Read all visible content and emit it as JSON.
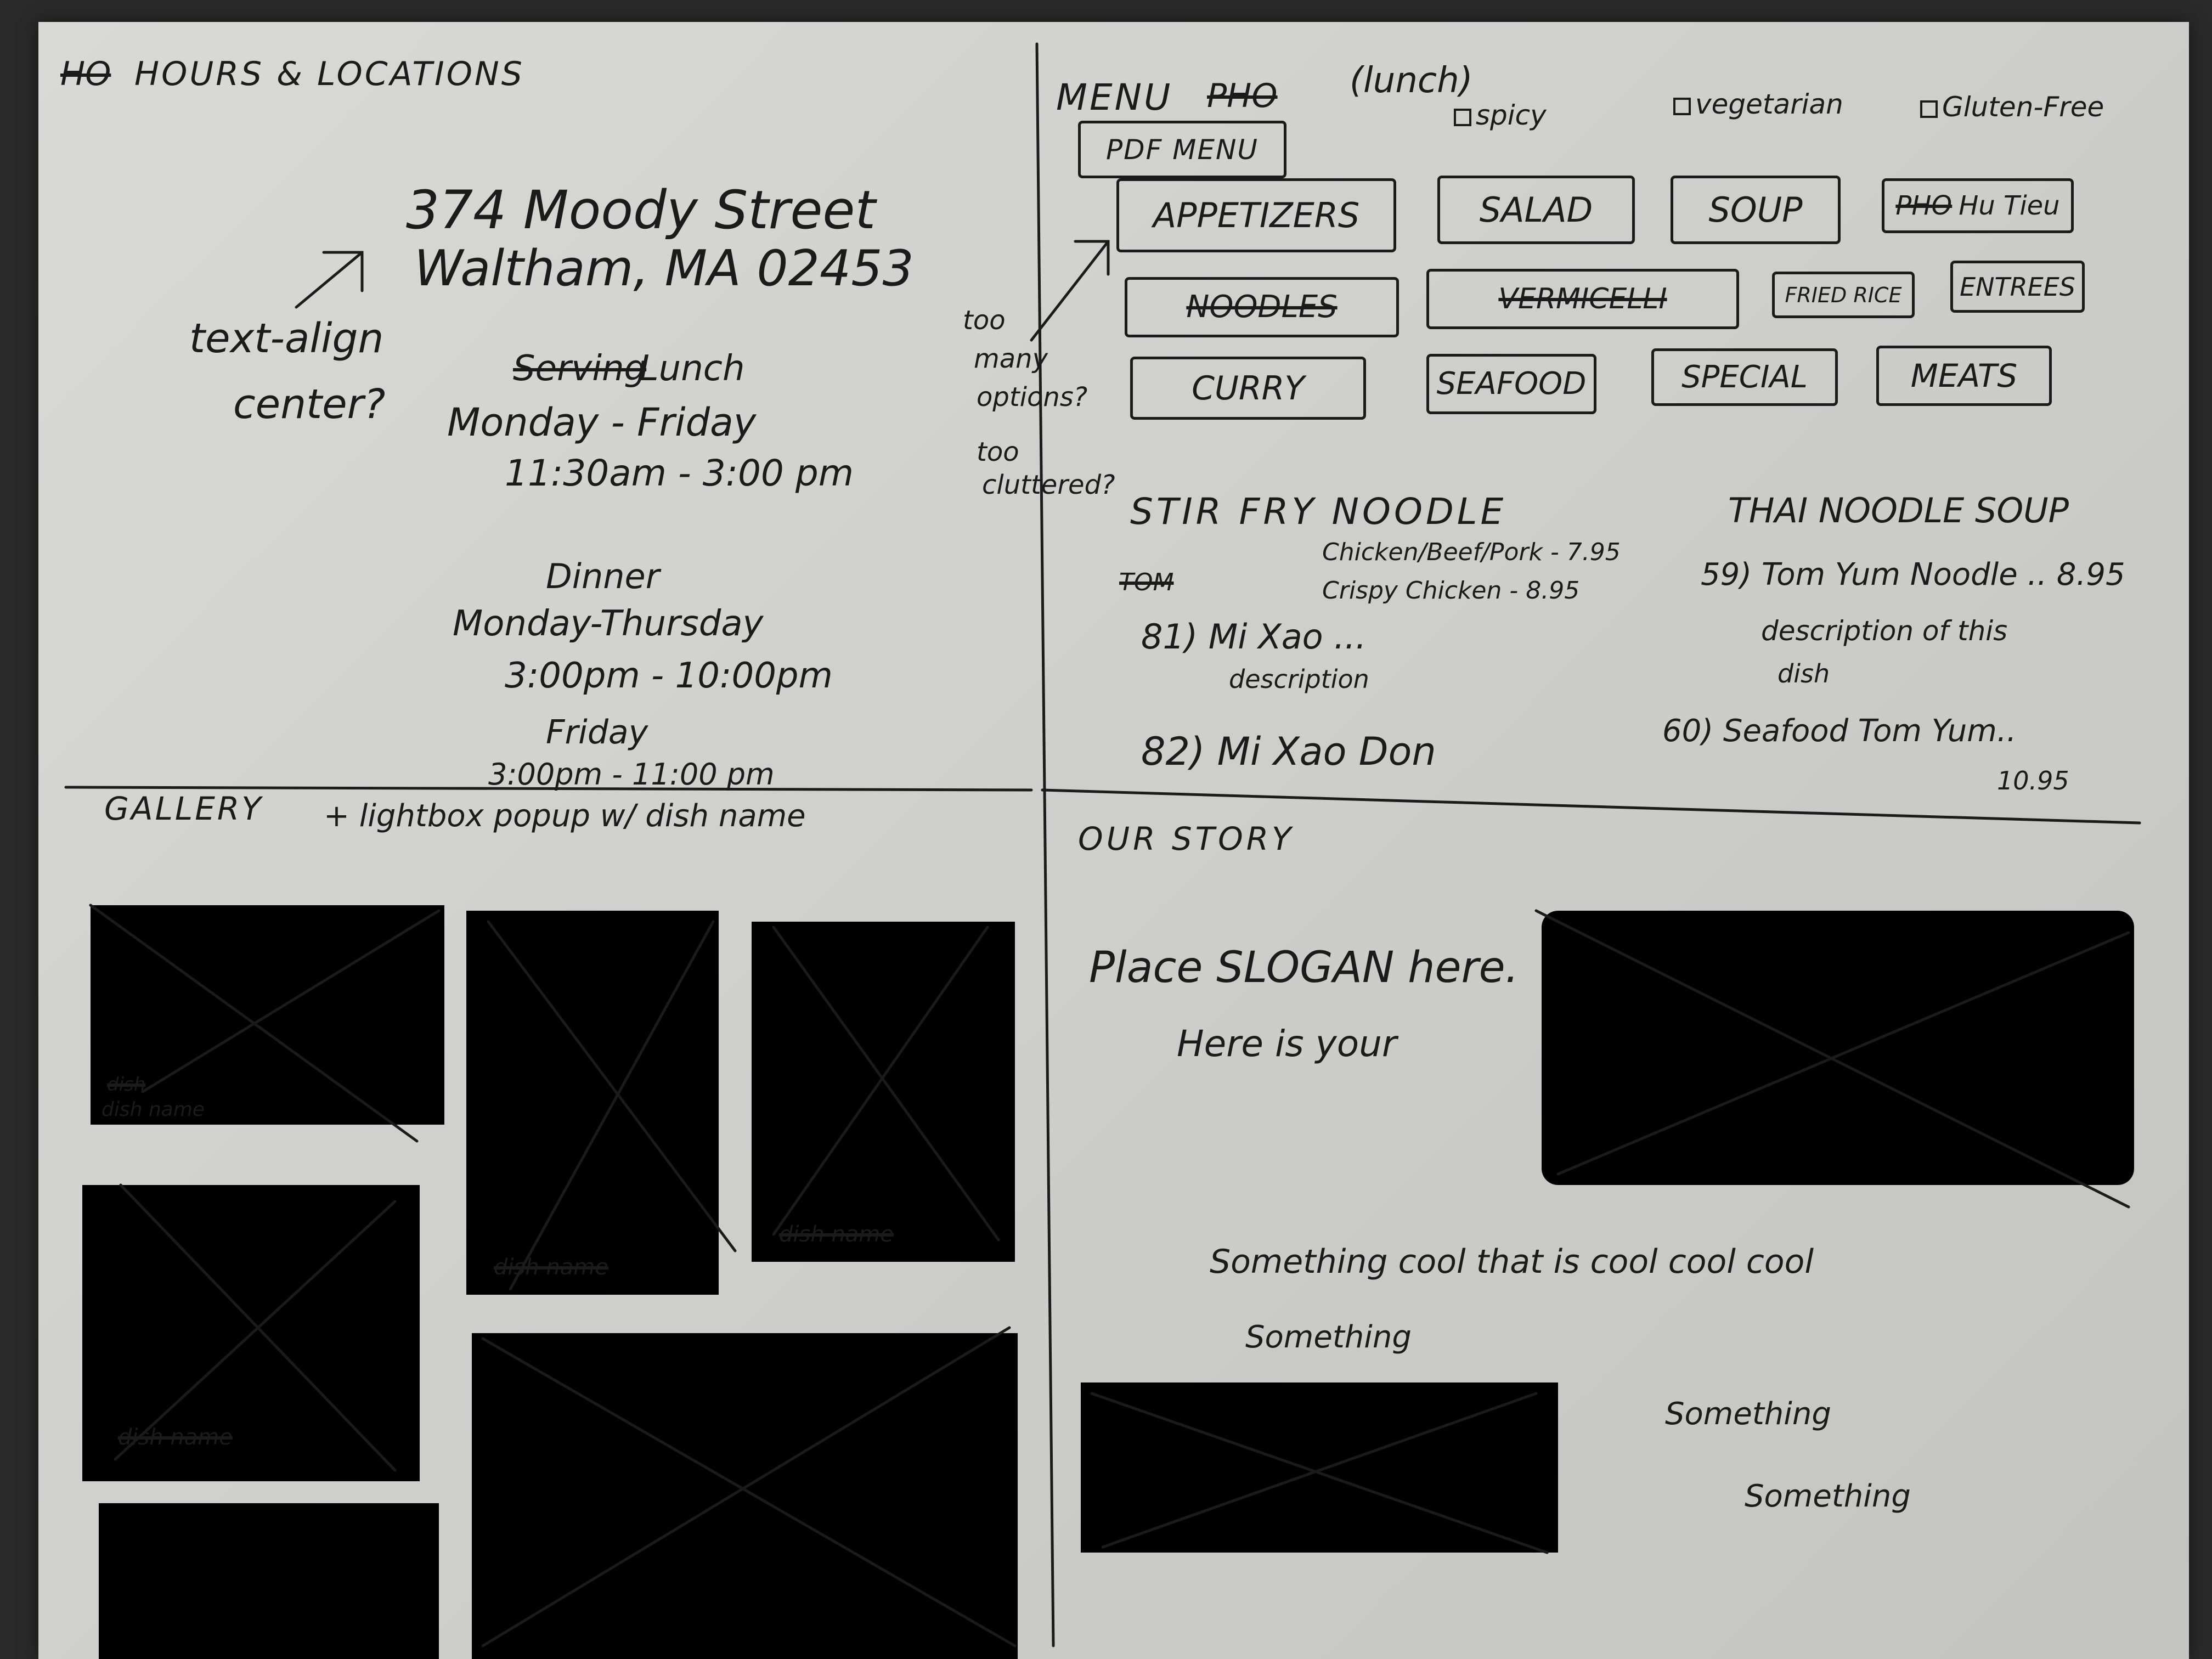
{
  "hours": {
    "title_struck": "HO",
    "title": "HOURS & LOCATIONS",
    "address_line1": "374 Moody Street",
    "address_line2": "Waltham, MA 02453",
    "note_line1": "text-align",
    "note_line2": "center?",
    "lunch_struck": "Serving",
    "lunch_label": "Lunch",
    "lunch_days": "Monday - Friday",
    "lunch_time": "11:30am - 3:00 pm",
    "dinner_label": "Dinner",
    "dinner_days": "Monday-Thursday",
    "dinner_time": "3:00pm - 10:00pm",
    "friday_label": "Friday",
    "friday_time": "3:00pm - 11:00 pm"
  },
  "menu": {
    "title": "MENU",
    "title_struck": "PHO",
    "title_suffix": "(lunch)",
    "legend": [
      "spicy",
      "vegetarian",
      "Gluten-Free"
    ],
    "pdf_button": "PDF MENU",
    "side_note": [
      "too",
      "many",
      "options?",
      "too",
      "cluttered?"
    ],
    "categories_row1": [
      "APPETIZERS",
      "SALAD",
      "SOUP",
      "Hu Tieu"
    ],
    "categories_row1_struck": "PHO",
    "categories_row2": [
      "NOODLES",
      "VERMICELLI",
      "FRIED RICE",
      "ENTREES"
    ],
    "categories_row3": [
      "CURRY",
      "SEAFOOD",
      "SPECIAL",
      "MEATS"
    ],
    "left_heading": "STIR FRY NOODLE",
    "left_sub1": "Chicken/Beef/Pork - 7.95",
    "left_sub2": "Crispy Chicken - 8.95",
    "left_struck": "TOM",
    "item81": "81) Mi Xao ...",
    "item81_desc": "description",
    "item82": "82) Mi Xao Don",
    "right_heading": "THAI NOODLE SOUP",
    "item59": "59) Tom Yum Noodle .. 8.95",
    "item59_desc1": "description of this",
    "item59_desc2": "dish",
    "item60": "60) Seafood Tom Yum..",
    "item60_price": "10.95"
  },
  "gallery": {
    "title": "GALLERY",
    "note": "+ lightbox popup w/ dish name",
    "dish_label": "dish name",
    "dish_struck": "dish"
  },
  "story": {
    "title": "OUR STORY",
    "slogan1": "Place SLOGAN here.",
    "slogan2": "Here is your",
    "text1": "Something cool  that is cool  cool cool",
    "text2": "Something",
    "text3": "Something",
    "text4": "Something"
  }
}
